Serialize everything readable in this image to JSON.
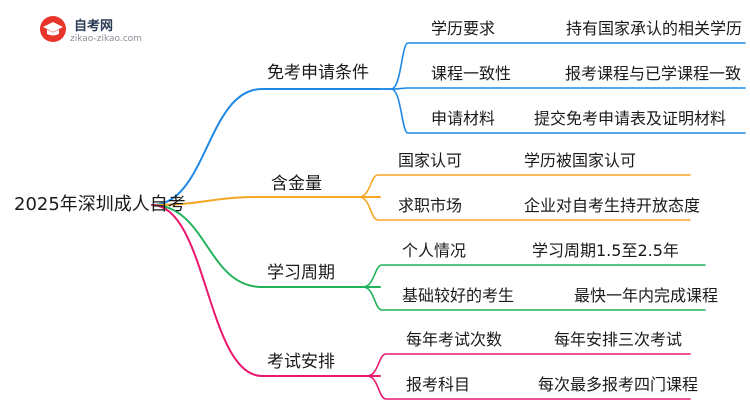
{
  "logo": {
    "name": "自考网",
    "url": "zikao-zikao.com",
    "icon": "graduation-cap-icon"
  },
  "root": "2025年深圳成人自考",
  "branches": [
    {
      "label": "免考申请条件",
      "color": "#1e88e5",
      "items": [
        {
          "key": "学历要求",
          "value": "持有国家承认的相关学历"
        },
        {
          "key": "课程一致性",
          "value": "报考课程与已学课程一致"
        },
        {
          "key": "申请材料",
          "value": "提交免考申请表及证明材料"
        }
      ]
    },
    {
      "label": "含金量",
      "color": "#f5a623",
      "items": [
        {
          "key": "国家认可",
          "value": "学历被国家认可"
        },
        {
          "key": "求职市场",
          "value": "企业对自考生持开放态度"
        }
      ]
    },
    {
      "label": "学习周期",
      "color": "#21b35a",
      "items": [
        {
          "key": "个人情况",
          "value": "学习周期1.5至2.5年"
        },
        {
          "key": "基础较好的考生",
          "value": "最快一年内完成课程"
        }
      ]
    },
    {
      "label": "考试安排",
      "color": "#e8196e",
      "items": [
        {
          "key": "每年考试次数",
          "value": "每年安排三次考试"
        },
        {
          "key": "报考科目",
          "value": "每次最多报考四门课程"
        }
      ]
    }
  ]
}
